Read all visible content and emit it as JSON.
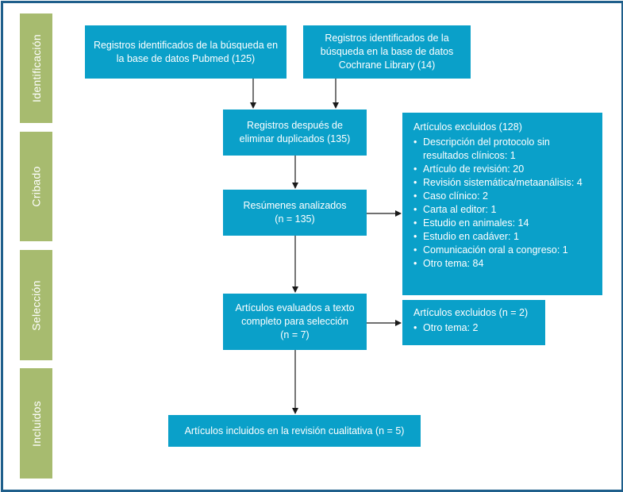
{
  "phases": {
    "identificacion": "Identificación",
    "cribado": "Cribado",
    "seleccion": "Selección",
    "incluidos": "Incluidos"
  },
  "boxes": {
    "pubmed": "Registros identificados de la búsqueda en la base de datos Pubmed (125)",
    "cochrane": "Registros identificados de la búsqueda en la base de datos Cochrane Library (14)",
    "duplicados": "Registros después de eliminar duplicados (135)",
    "resumenes": "Resúmenes analizados\n(n = 135)",
    "evaluados": "Artículos evaluados a texto completo para selección\n(n = 7)",
    "incluidos": "Artículos incluidos en la revisión cualitativa (n = 5)"
  },
  "excluidos1": {
    "title": "Artículos excluidos (128)",
    "items": [
      "Descripción del protocolo sin resultados clínicos: 1",
      "Artículo de revisión: 20",
      "Revisión sistemática/metaanálisis: 4",
      "Caso clínico: 2",
      "Carta al editor: 1",
      "Estudio en animales: 14",
      "Estudio en cadáver: 1",
      "Comunicación oral a congreso: 1",
      "Otro tema: 84"
    ]
  },
  "excluidos2": {
    "title": "Artículos excluidos (n = 2)",
    "items": [
      "Otro tema: 2"
    ]
  },
  "colors": {
    "box": "#0aa0c9",
    "phase": "#a7bb6f",
    "frame": "#1f5f8b",
    "text": "#ffffff"
  }
}
